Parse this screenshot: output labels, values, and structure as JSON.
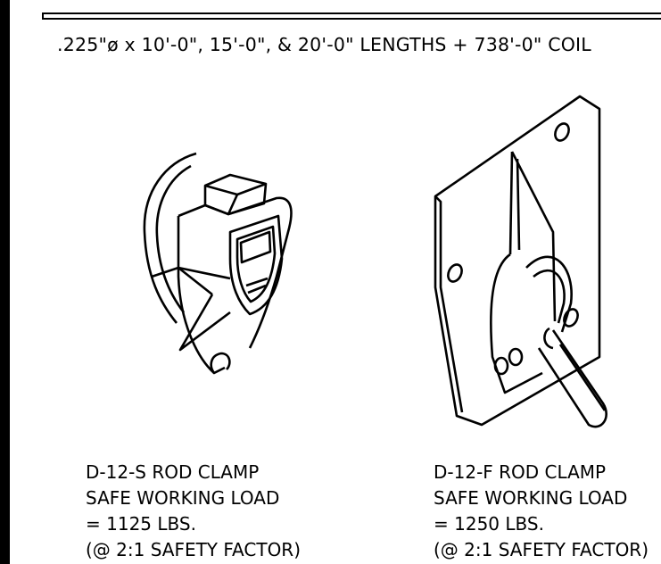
{
  "spec_line": ".225\"ø x 10'-0\", 15'-0\", & 20'-0\" LENGTHS + 738'-0\" COIL",
  "clamp_s": {
    "name": "D-12-S ROD CLAMP",
    "load_label": "SAFE WORKING LOAD",
    "load_value": "= 1125 LBS.",
    "factor": "(@ 2:1 SAFETY FACTOR)"
  },
  "clamp_f": {
    "name": "D-12-F ROD CLAMP",
    "load_label": "SAFE WORKING LOAD",
    "load_value": "= 1250 LBS.",
    "factor": "(@ 2:1 SAFETY FACTOR)"
  }
}
